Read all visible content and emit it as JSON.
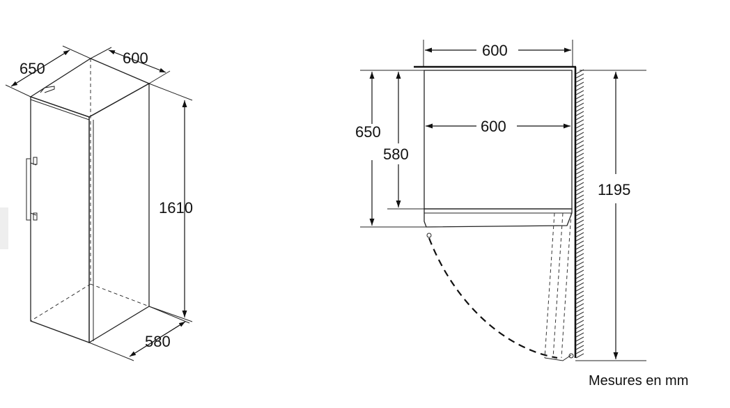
{
  "iso_view": {
    "dim_depth": "650",
    "dim_width": "600",
    "dim_height": "1610",
    "dim_inner_depth": "580"
  },
  "plan_view": {
    "dim_width_top": "600",
    "dim_width_inner": "600",
    "dim_depth": "650",
    "dim_inner_depth": "580",
    "dim_door_swing": "1195"
  },
  "footer": {
    "units_note": "Mesures en mm"
  }
}
